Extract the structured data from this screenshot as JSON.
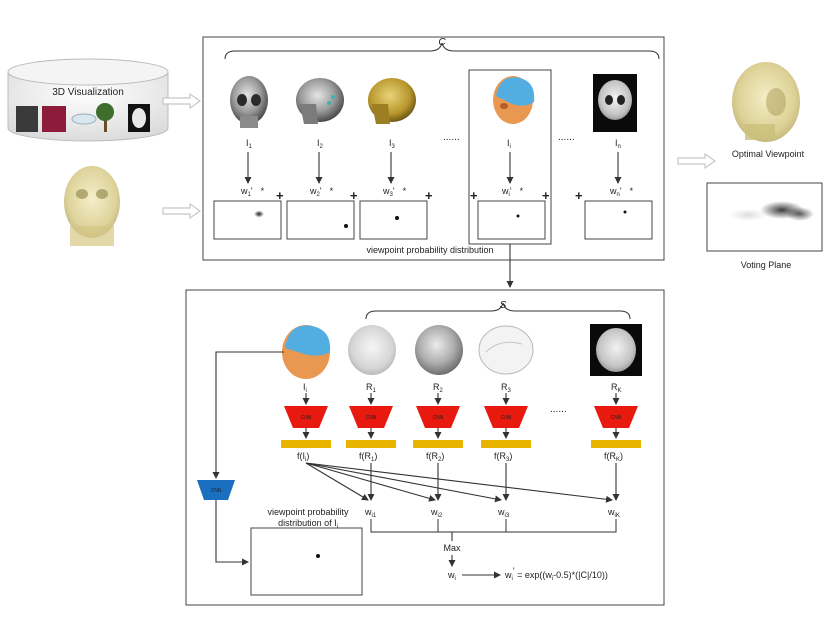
{
  "top": {
    "set_label": "C",
    "images": [
      {
        "label": "I",
        "sub": "1",
        "weight": "w",
        "weight_sub": "1",
        "prime": "'",
        "star": "*"
      },
      {
        "label": "I",
        "sub": "2",
        "weight": "w",
        "weight_sub": "2",
        "prime": "'",
        "star": "*"
      },
      {
        "label": "I",
        "sub": "3",
        "weight": "w",
        "weight_sub": "3",
        "prime": "'",
        "star": "*"
      },
      {
        "label": "I",
        "sub": "i",
        "weight": "w",
        "weight_sub": "i",
        "prime": "'",
        "star": "*"
      },
      {
        "label": "I",
        "sub": "n",
        "weight": "w",
        "weight_sub": "n",
        "prime": "'",
        "star": "*"
      }
    ],
    "ellipsis": "......",
    "plus": "+",
    "distribution_label": "viewpoint probability distribution"
  },
  "left": {
    "db_label": "3D Visualization"
  },
  "right": {
    "optimal_label": "Optimal Viewpoint",
    "voting_label": "Voting Plane"
  },
  "bottom": {
    "set_label": "S",
    "inputs": [
      {
        "label": "I",
        "sub": "i",
        "feature": "f(I",
        "feature_sub": "i",
        "feature_close": ")",
        "weight": "w",
        "weight_sub": "i1"
      },
      {
        "label": "R",
        "sub": "1",
        "feature": "f(R",
        "feature_sub": "1",
        "feature_close": ")",
        "weight": "w",
        "weight_sub": "i2"
      },
      {
        "label": "R",
        "sub": "2",
        "feature": "f(R",
        "feature_sub": "2",
        "feature_close": ")",
        "weight": "w",
        "weight_sub": "i3"
      },
      {
        "label": "R",
        "sub": "3",
        "feature": "f(R",
        "feature_sub": "3",
        "feature_close": ")",
        "weight": "w",
        "weight_sub": "iK"
      },
      {
        "label": "R",
        "sub": "K",
        "feature": "f(R",
        "feature_sub": "K",
        "feature_close": ")"
      }
    ],
    "cnn_label": "CNN",
    "ellipsis": "......",
    "dist_label_line1": "viewpoint probability",
    "dist_label_line2": "distribution of I",
    "dist_label_sub": "i",
    "max_label": "Max",
    "result": {
      "w": "w",
      "w_sub": "i"
    },
    "formula": {
      "lhs": "w",
      "lhs_sub": "i",
      "lhs_sup": "'",
      "rhs_a": " = exp((w",
      "rhs_sub": "i",
      "rhs_b": "-0.5)*(|C|/10))"
    }
  },
  "colors": {
    "cnn_red": "#e8190f",
    "feature_gold": "#e8b400",
    "cnn_blue": "#1b6fc0",
    "skull_blue": "#52aee0",
    "face_orange": "#e89850",
    "bone_gold": "#c9b456"
  }
}
